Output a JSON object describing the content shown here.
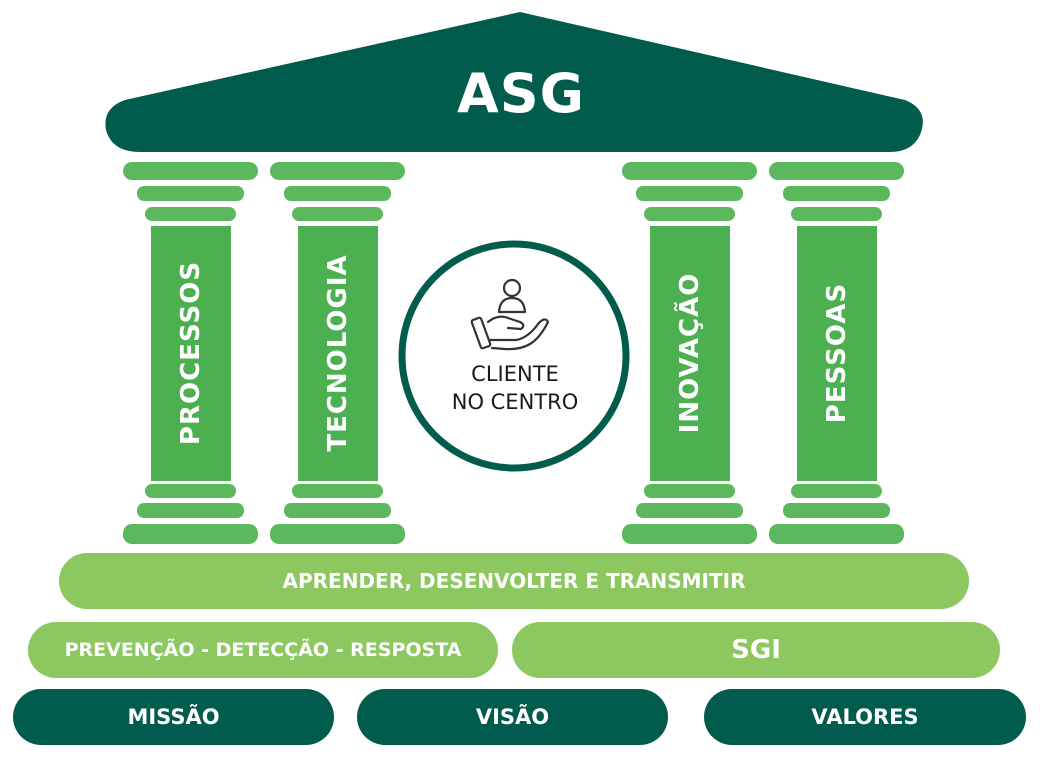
{
  "roof": {
    "title": "ASG"
  },
  "pillars": [
    {
      "label": "PROCESSOS"
    },
    {
      "label": "TECNOLOGIA"
    },
    {
      "label": "INOVAÇÃO"
    },
    {
      "label": "PESSOAS"
    }
  ],
  "center": {
    "line1": "CLIENTE",
    "line2": "NO CENTRO",
    "icon": "hand-holding-person-icon"
  },
  "base": {
    "level1": "APRENDER, DESENVOLTER E TRANSMITIR",
    "level2_left": "PREVENÇÃO - DETECÇÃO - RESPOSTA",
    "level2_right": "SGI",
    "foundation": [
      "MISSÃO",
      "VISÃO",
      "VALORES"
    ]
  },
  "colors": {
    "dark_green": "#025c4e",
    "mid_green": "#5cb85c",
    "light_green": "#8cc760",
    "column_green": "#4caf50"
  }
}
